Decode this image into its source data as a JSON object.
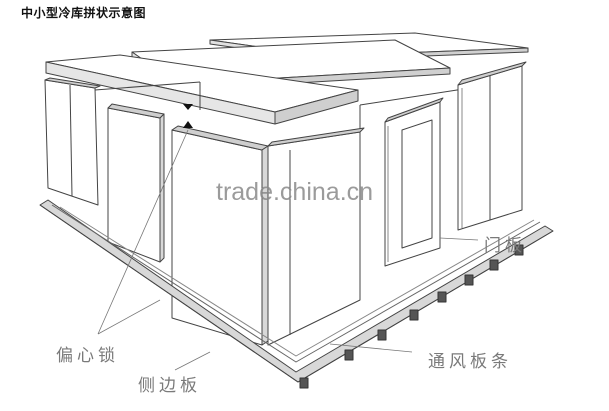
{
  "title": "中小型冷库拼状示意图",
  "watermark": "trade.china.cn",
  "labels": {
    "door_panel": "门板",
    "eccentric_lock": "偏心锁",
    "side_panel": "侧边板",
    "vent_strip": "通风板条"
  },
  "colors": {
    "line": "#444444",
    "panel_fill": "#ffffff",
    "edge_fill": "#d8d8d8",
    "label_text": "#7a7a7a",
    "title_text": "#111111",
    "leader_line": "#777777"
  }
}
